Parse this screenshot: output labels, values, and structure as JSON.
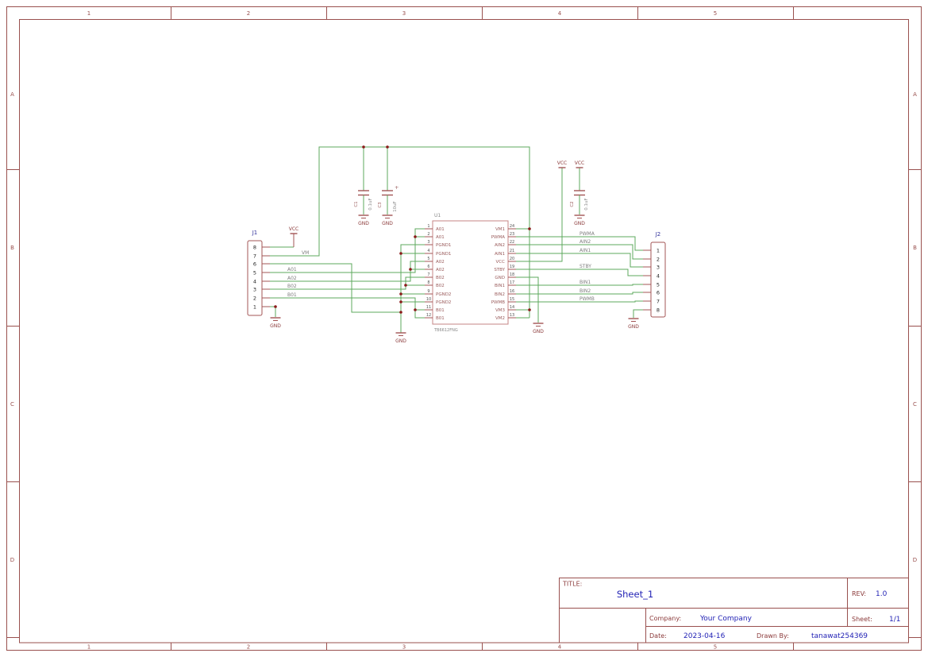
{
  "frame": {
    "cols": [
      "1",
      "2",
      "3",
      "4",
      "5"
    ],
    "rows": [
      "A",
      "B",
      "C",
      "D"
    ]
  },
  "title_block": {
    "title_label": "TITLE:",
    "title": "Sheet_1",
    "rev_label": "REV:",
    "rev": "1.0",
    "company_label": "Company:",
    "company": "Your Company",
    "sheet_label": "Sheet:",
    "sheet": "1/1",
    "date_label": "Date:",
    "date": "2023-04-16",
    "drawn_by_label": "Drawn By:",
    "drawn_by": "tanawat254369"
  },
  "schematic": {
    "ic": {
      "ref": "U1",
      "part": "TB6612FNG",
      "left_pins": [
        {
          "num": "1",
          "name": "A01"
        },
        {
          "num": "2",
          "name": "A01"
        },
        {
          "num": "3",
          "name": "PGND1"
        },
        {
          "num": "4",
          "name": "PGND1"
        },
        {
          "num": "5",
          "name": "A02"
        },
        {
          "num": "6",
          "name": "A02"
        },
        {
          "num": "7",
          "name": "B02"
        },
        {
          "num": "8",
          "name": "B02"
        },
        {
          "num": "9",
          "name": "PGND2"
        },
        {
          "num": "10",
          "name": "PGND2"
        },
        {
          "num": "11",
          "name": "B01"
        },
        {
          "num": "12",
          "name": "B01"
        }
      ],
      "right_pins": [
        {
          "num": "24",
          "name": "VM1"
        },
        {
          "num": "23",
          "name": "PWMA"
        },
        {
          "num": "22",
          "name": "AIN2"
        },
        {
          "num": "21",
          "name": "AIN1"
        },
        {
          "num": "20",
          "name": "VCC"
        },
        {
          "num": "19",
          "name": "STBY"
        },
        {
          "num": "18",
          "name": "GND"
        },
        {
          "num": "17",
          "name": "BIN1"
        },
        {
          "num": "16",
          "name": "BIN2"
        },
        {
          "num": "15",
          "name": "PWMB"
        },
        {
          "num": "14",
          "name": "VM3"
        },
        {
          "num": "13",
          "name": "VM2"
        }
      ]
    },
    "j1": {
      "ref": "J1",
      "pins": [
        "8",
        "7",
        "6",
        "5",
        "4",
        "3",
        "2",
        "1"
      ]
    },
    "j2": {
      "ref": "J2",
      "pins": [
        "1",
        "2",
        "3",
        "4",
        "5",
        "6",
        "7",
        "8"
      ]
    },
    "capacitors": {
      "c1": {
        "ref": "C1",
        "value": "0.1uF"
      },
      "c3": {
        "ref": "C3",
        "value": "10uF",
        "polarity": "+"
      },
      "c2": {
        "ref": "C2",
        "value": "0.1uF"
      }
    },
    "nets": {
      "vm": "VM",
      "a01": "A01",
      "a02": "A02",
      "b02": "B02",
      "b01": "B01",
      "pwma": "PWMA",
      "ain2": "AIN2",
      "ain1": "AIN1",
      "stby": "STBY",
      "bin1": "BIN1",
      "bin2": "BIN2",
      "pwmb": "PWMB"
    },
    "power": {
      "vcc": "VCC",
      "gnd": "GND"
    }
  },
  "colors": {
    "wire": "#5da85d",
    "symbol": "#a35454",
    "frame": "#99504e",
    "value_text": "#1f1fb4",
    "label_text": "#8b3a3a",
    "net_text": "#7d7d7d",
    "junction": "#8b1a1a"
  }
}
